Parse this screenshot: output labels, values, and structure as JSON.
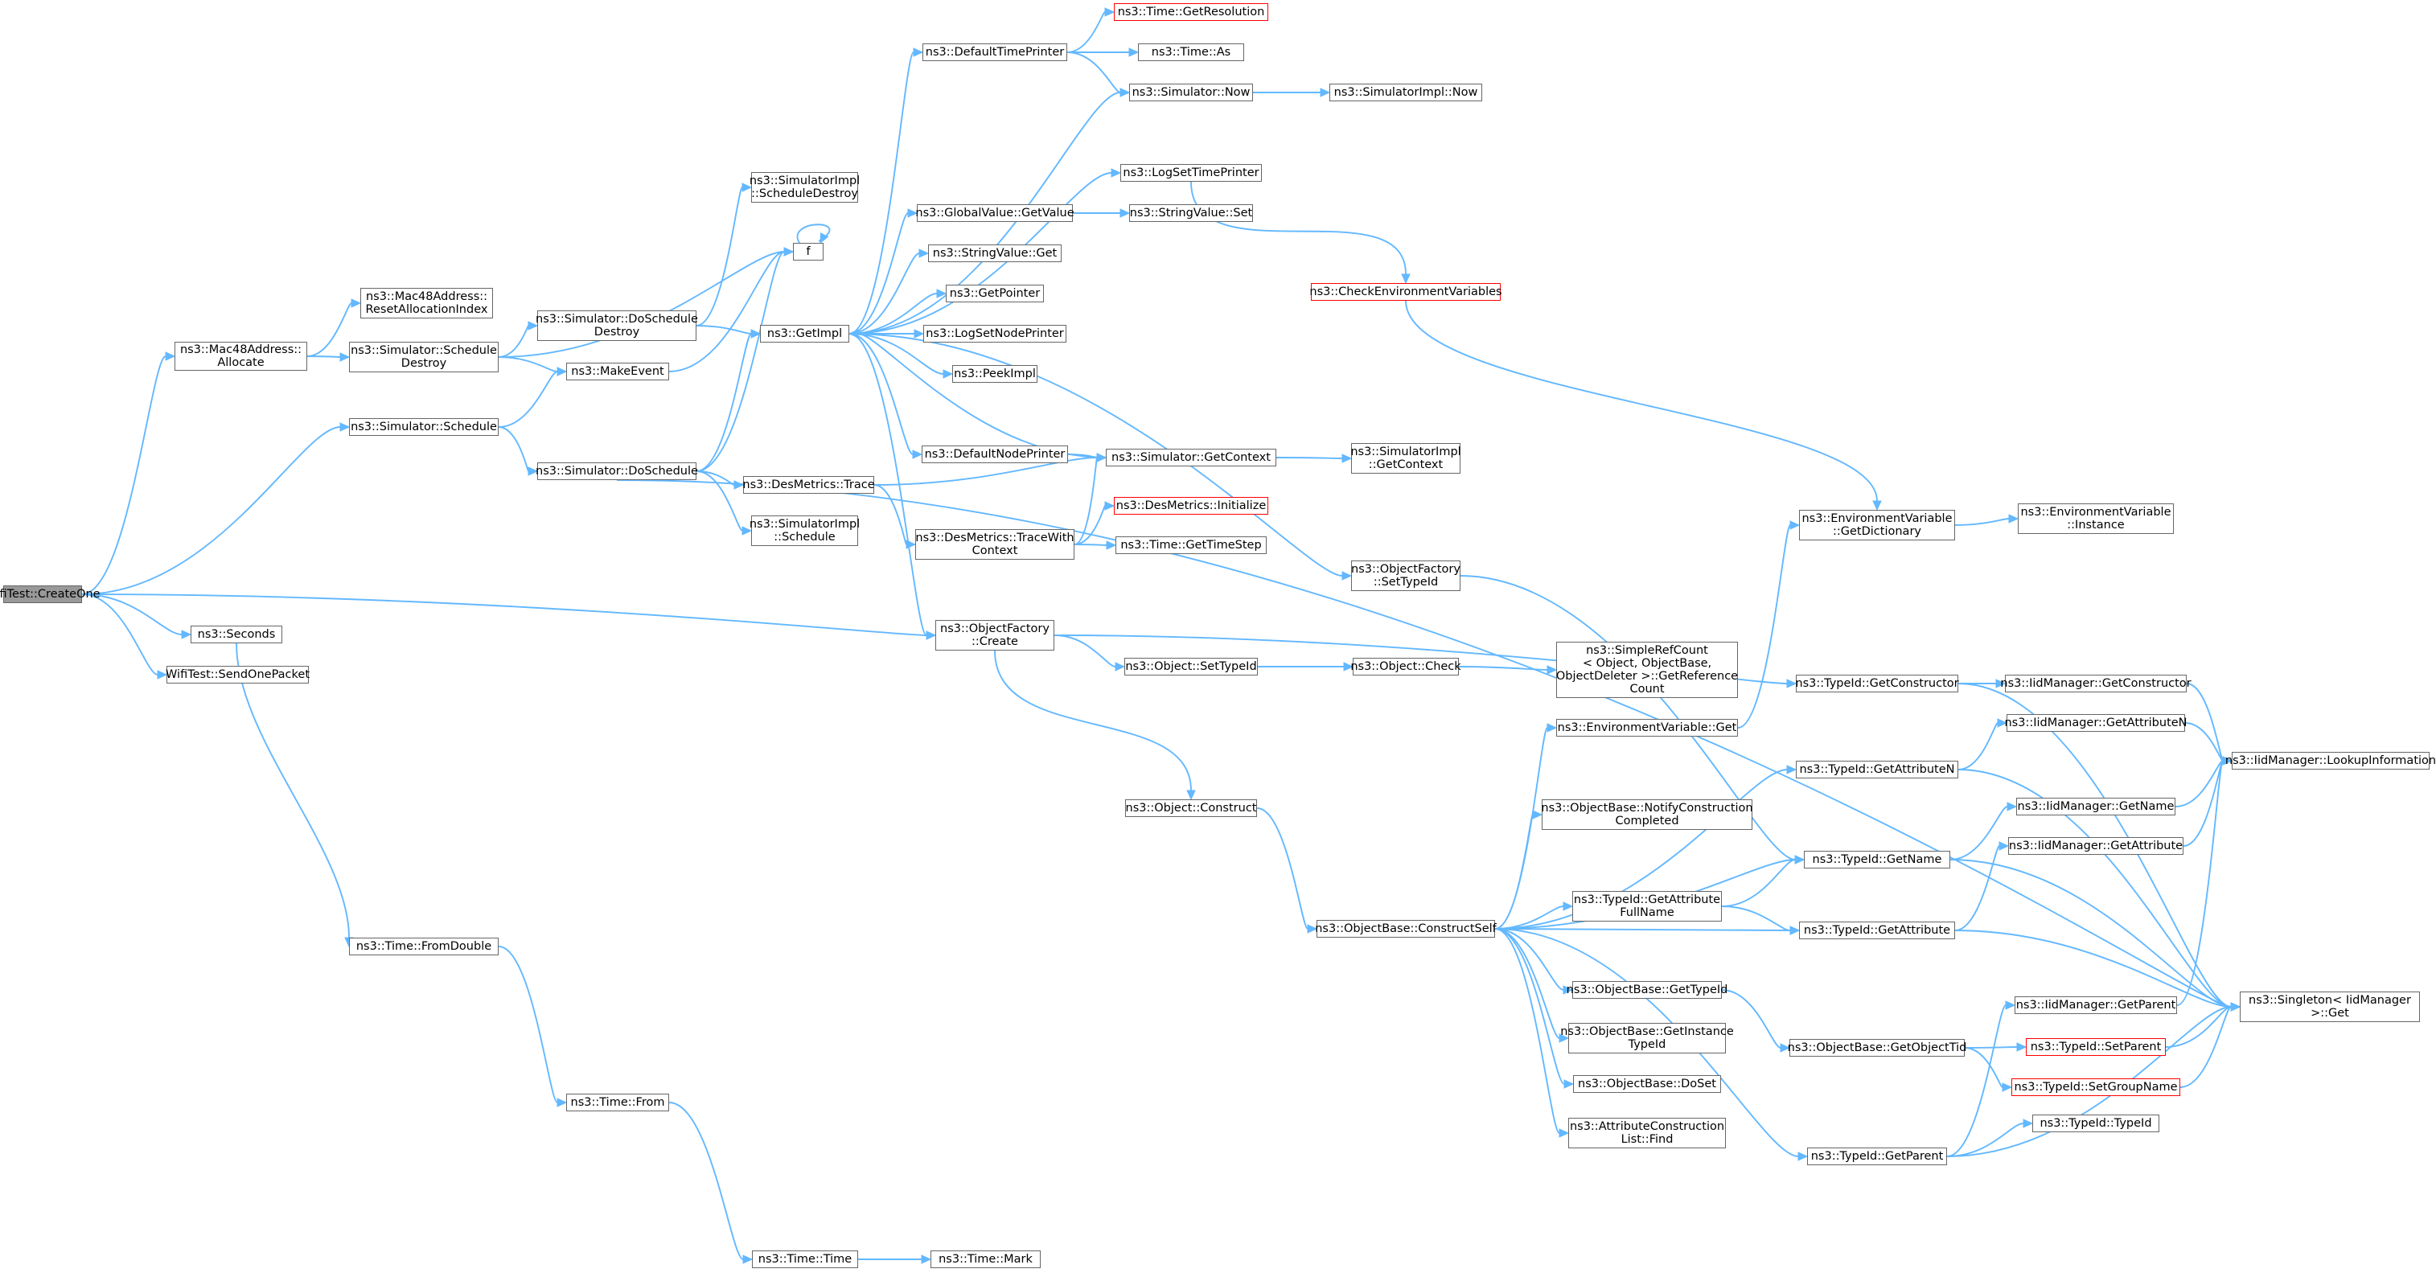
{
  "nodes": {
    "createOne": {
      "lines": [
        "WifiTest::CreateOne"
      ],
      "style": "root"
    },
    "mac48Allocate": {
      "lines": [
        "ns3::Mac48Address::",
        "Allocate"
      ]
    },
    "resetAlloc": {
      "lines": [
        "ns3::Mac48Address::",
        "ResetAllocationIndex"
      ]
    },
    "schedDestroy": {
      "lines": [
        "ns3::Simulator::Schedule",
        "Destroy"
      ]
    },
    "simSchedule": {
      "lines": [
        "ns3::Simulator::Schedule"
      ]
    },
    "seconds": {
      "lines": [
        "ns3::Seconds"
      ]
    },
    "sendOne": {
      "lines": [
        "WifiTest::SendOnePacket"
      ]
    },
    "fromDouble": {
      "lines": [
        "ns3::Time::FromDouble"
      ]
    },
    "timeFrom": {
      "lines": [
        "ns3::Time::From"
      ]
    },
    "timeTime": {
      "lines": [
        "ns3::Time::Time"
      ]
    },
    "timeMark": {
      "lines": [
        "ns3::Time::Mark"
      ]
    },
    "implSchedDestroy": {
      "lines": [
        "ns3::SimulatorImpl",
        "::ScheduleDestroy"
      ]
    },
    "doSchedDestroy": {
      "lines": [
        "ns3::Simulator::DoSchedule",
        "Destroy"
      ]
    },
    "makeEvent": {
      "lines": [
        "ns3::MakeEvent"
      ]
    },
    "doSchedule": {
      "lines": [
        "ns3::Simulator::DoSchedule"
      ]
    },
    "fnode": {
      "lines": [
        "f"
      ]
    },
    "getImpl": {
      "lines": [
        "ns3::GetImpl"
      ]
    },
    "desTrace": {
      "lines": [
        "ns3::DesMetrics::Trace"
      ]
    },
    "implSchedule": {
      "lines": [
        "ns3::SimulatorImpl",
        "::Schedule"
      ]
    },
    "defTimePrinter": {
      "lines": [
        "ns3::DefaultTimePrinter"
      ]
    },
    "globalGet": {
      "lines": [
        "ns3::GlobalValue::GetValue"
      ]
    },
    "stringGet": {
      "lines": [
        "ns3::StringValue::Get"
      ]
    },
    "getPointer": {
      "lines": [
        "ns3::GetPointer"
      ]
    },
    "logSetNode": {
      "lines": [
        "ns3::LogSetNodePrinter"
      ]
    },
    "peekImpl": {
      "lines": [
        "ns3::PeekImpl"
      ]
    },
    "defNodePrinter": {
      "lines": [
        "ns3::DefaultNodePrinter"
      ]
    },
    "desTraceCtx": {
      "lines": [
        "ns3::DesMetrics::TraceWith",
        "Context"
      ]
    },
    "objFactCreate": {
      "lines": [
        "ns3::ObjectFactory",
        "::Create"
      ]
    },
    "getResolution": {
      "lines": [
        "ns3::Time::GetResolution"
      ],
      "style": "red"
    },
    "timeAs": {
      "lines": [
        "ns3::Time::As"
      ]
    },
    "simNow": {
      "lines": [
        "ns3::Simulator::Now"
      ]
    },
    "logSetTime": {
      "lines": [
        "ns3::LogSetTimePrinter"
      ]
    },
    "stringSet": {
      "lines": [
        "ns3::StringValue::Set"
      ]
    },
    "getContext": {
      "lines": [
        "ns3::Simulator::GetContext"
      ]
    },
    "desInit": {
      "lines": [
        "ns3::DesMetrics::Initialize"
      ],
      "style": "red"
    },
    "getTimeStep": {
      "lines": [
        "ns3::Time::GetTimeStep"
      ]
    },
    "objSetTypeId": {
      "lines": [
        "ns3::Object::SetTypeId"
      ]
    },
    "objConstruct": {
      "lines": [
        "ns3::Object::Construct"
      ]
    },
    "implNow": {
      "lines": [
        "ns3::SimulatorImpl::Now"
      ]
    },
    "implGetContext": {
      "lines": [
        "ns3::SimulatorImpl",
        "::GetContext"
      ]
    },
    "ofSetTypeId": {
      "lines": [
        "ns3::ObjectFactory",
        "::SetTypeId"
      ]
    },
    "objCheck": {
      "lines": [
        "ns3::Object::Check"
      ]
    },
    "constructSelf": {
      "lines": [
        "ns3::ObjectBase::ConstructSelf"
      ]
    },
    "checkEnv": {
      "lines": [
        "ns3::CheckEnvironmentVariables"
      ],
      "style": "red"
    },
    "simpleRef": {
      "lines": [
        "ns3::SimpleRefCount",
        "< Object, ObjectBase,",
        "ObjectDeleter >::GetReference",
        "Count"
      ]
    },
    "envGet": {
      "lines": [
        "ns3::EnvironmentVariable::Get"
      ]
    },
    "notifyCC": {
      "lines": [
        "ns3::ObjectBase::NotifyConstruction",
        "Completed"
      ]
    },
    "tidGetAttrFull": {
      "lines": [
        "ns3::TypeId::GetAttribute",
        "FullName"
      ]
    },
    "obGetTypeId": {
      "lines": [
        "ns3::ObjectBase::GetTypeId"
      ]
    },
    "obGetInstTid": {
      "lines": [
        "ns3::ObjectBase::GetInstance",
        "TypeId"
      ]
    },
    "obDoSet": {
      "lines": [
        "ns3::ObjectBase::DoSet"
      ]
    },
    "attrCLFind": {
      "lines": [
        "ns3::AttributeConstruction",
        "List::Find"
      ]
    },
    "envGetDict": {
      "lines": [
        "ns3::EnvironmentVariable",
        "::GetDictionary"
      ]
    },
    "tidGetCtor": {
      "lines": [
        "ns3::TypeId::GetConstructor"
      ]
    },
    "tidGetAttrN": {
      "lines": [
        "ns3::TypeId::GetAttributeN"
      ]
    },
    "tidGetName": {
      "lines": [
        "ns3::TypeId::GetName"
      ]
    },
    "tidGetAttr": {
      "lines": [
        "ns3::TypeId::GetAttribute"
      ]
    },
    "obGetObjTid": {
      "lines": [
        "ns3::ObjectBase::GetObjectTid"
      ]
    },
    "tidGetParent": {
      "lines": [
        "ns3::TypeId::GetParent"
      ]
    },
    "envInstance": {
      "lines": [
        "ns3::EnvironmentVariable",
        "::Instance"
      ]
    },
    "iidGetCtor": {
      "lines": [
        "ns3::IidManager::GetConstructor"
      ]
    },
    "iidGetAttrN": {
      "lines": [
        "ns3::IidManager::GetAttributeN"
      ]
    },
    "iidGetName": {
      "lines": [
        "ns3::IidManager::GetName"
      ]
    },
    "iidGetAttr": {
      "lines": [
        "ns3::IidManager::GetAttribute"
      ]
    },
    "iidGetParent": {
      "lines": [
        "ns3::IidManager::GetParent"
      ]
    },
    "tidSetParent": {
      "lines": [
        "ns3::TypeId::SetParent"
      ],
      "style": "red"
    },
    "tidSetGroup": {
      "lines": [
        "ns3::TypeId::SetGroupName"
      ],
      "style": "red"
    },
    "tidTypeId": {
      "lines": [
        "ns3::TypeId::TypeId"
      ]
    },
    "iidLookup": {
      "lines": [
        "ns3::IidManager::LookupInformation"
      ]
    },
    "singletonGet": {
      "lines": [
        "ns3::Singleton< IidManager",
        ">::Get"
      ]
    }
  },
  "colors": {
    "edge": "#63b8ff",
    "nodeBorder": "#666666",
    "alertBorder": "#ff0000",
    "rootFill": "#999999"
  }
}
